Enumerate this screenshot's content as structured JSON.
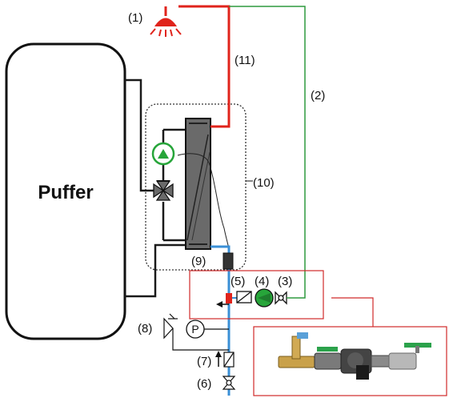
{
  "tank": {
    "label": "Puffer"
  },
  "callouts": {
    "c1": "(1)",
    "c2": "(2)",
    "c3": "(3)",
    "c4": "(4)",
    "c5": "(5)",
    "c6": "(6)",
    "c7": "(7)",
    "c8": "(8)",
    "c9": "(9)",
    "c10": "(10)",
    "c11": "(11)"
  },
  "pressure_gauge": {
    "symbol": "P"
  },
  "icons": {
    "tap": "shower-head-icon",
    "pump": "circulation-pump-icon",
    "valve": "three-way-valve-icon",
    "check": "check-valve-icon",
    "safety": "safety-valve-icon",
    "shutoff": "shut-off-valve-icon"
  },
  "colors": {
    "hot": "#e0231b",
    "return_line": "#2f9a3f",
    "cold": "#3a8fd6",
    "pump": "#27a53a",
    "highlight_box": "#d02a2a",
    "pipe": "#1a1a1a"
  }
}
